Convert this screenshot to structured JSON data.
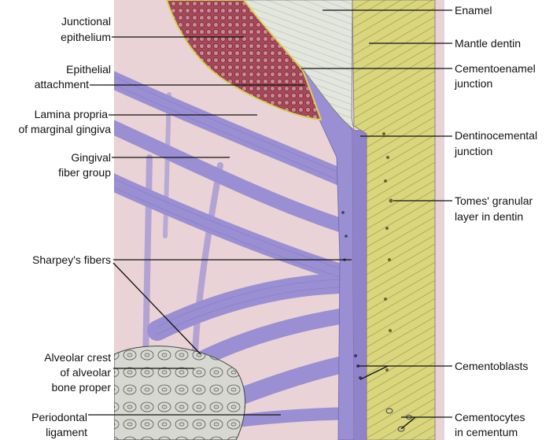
{
  "title": "Gingival and periodontal tissues at the cementoenamel junction",
  "colors": {
    "lamina_propria": "#e9d3d6",
    "fibers": "#9a8fd2",
    "epithelium": "#9b3b4c",
    "enamel": "#e2e6dc",
    "dentin": "#d9d67e",
    "bone": "#d6d6d0"
  },
  "labels_left": [
    {
      "lines": [
        "Junctional",
        "epithelium"
      ]
    },
    {
      "lines": [
        "Epithelial",
        "attachment"
      ]
    },
    {
      "lines": [
        "Lamina propria",
        "of marginal gingiva"
      ]
    },
    {
      "lines": [
        "Gingival",
        "fiber group"
      ]
    },
    {
      "lines": [
        "Sharpey's fibers"
      ]
    },
    {
      "lines": [
        "Alveolar crest",
        "of alveolar",
        "bone proper"
      ]
    },
    {
      "lines": [
        "Periodontal",
        "ligament"
      ]
    }
  ],
  "labels_right": [
    {
      "lines": [
        "Enamel"
      ]
    },
    {
      "lines": [
        "Mantle dentin"
      ]
    },
    {
      "lines": [
        "Cementoenamel",
        "junction"
      ]
    },
    {
      "lines": [
        "Dentinocemental",
        "junction"
      ]
    },
    {
      "lines": [
        "Tomes' granular",
        "layer in dentin"
      ]
    },
    {
      "lines": [
        "Cementoblasts"
      ]
    },
    {
      "lines": [
        "Cementocytes",
        "in cementum"
      ]
    }
  ]
}
